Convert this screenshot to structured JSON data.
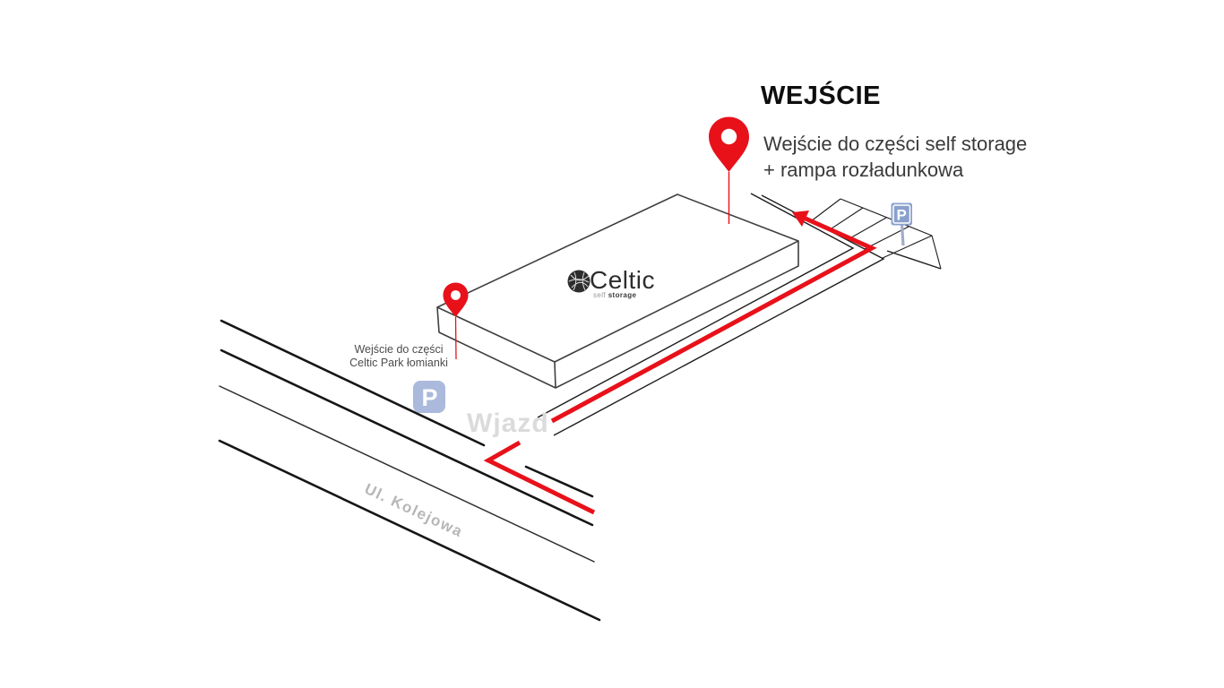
{
  "page": {
    "background": "#ffffff"
  },
  "colors": {
    "route_red": "#e8111a",
    "pin_red": "#e8111a",
    "parking_icon_blue": "#aab9dc",
    "parking_sign_blue": "#8aa0cc",
    "sign_pole_gray": "#9fadca",
    "road_black": "#161616",
    "building_outline_gray": "#3f3f3f",
    "driveway_label_gray": "#dbdbdb",
    "street_label_gray": "#b6b6b6",
    "pin_label_gray": "#4c4c4c",
    "description_gray": "#3a3a3a",
    "title_black": "#0e0e0e"
  },
  "entrance_callout": {
    "title": "WEJŚCIE",
    "line1": "Wejście do części self storage",
    "line2": "+ rampa rozładunkowa"
  },
  "park_entrance_label": {
    "line1": "Wejście do części",
    "line2": "Celtic Park łomianki"
  },
  "building_logo": {
    "name": "Celtic",
    "sub_light": "self",
    "sub_bold": "storage"
  },
  "labels": {
    "driveway": "Wjazd",
    "street": "Ul. Kolejowa"
  },
  "parking": {
    "icon_letter": "P",
    "sign_letter": "P"
  },
  "icons": [
    {
      "name": "entrance-pin-icon",
      "shape": "map-pin",
      "color": "#e8111a"
    },
    {
      "name": "park-entrance-pin-icon",
      "shape": "map-pin",
      "color": "#e8111a"
    },
    {
      "name": "parking-icon",
      "glyph": "P",
      "color": "#aab9dc"
    },
    {
      "name": "parking-sign-icon",
      "glyph": "P",
      "color": "#8aa0cc"
    },
    {
      "name": "celtic-knot-icon",
      "shape": "knotwork-sphere",
      "color": "#2d2d2d"
    },
    {
      "name": "route-arrow-icon",
      "shape": "arrowhead",
      "color": "#e8111a"
    }
  ]
}
